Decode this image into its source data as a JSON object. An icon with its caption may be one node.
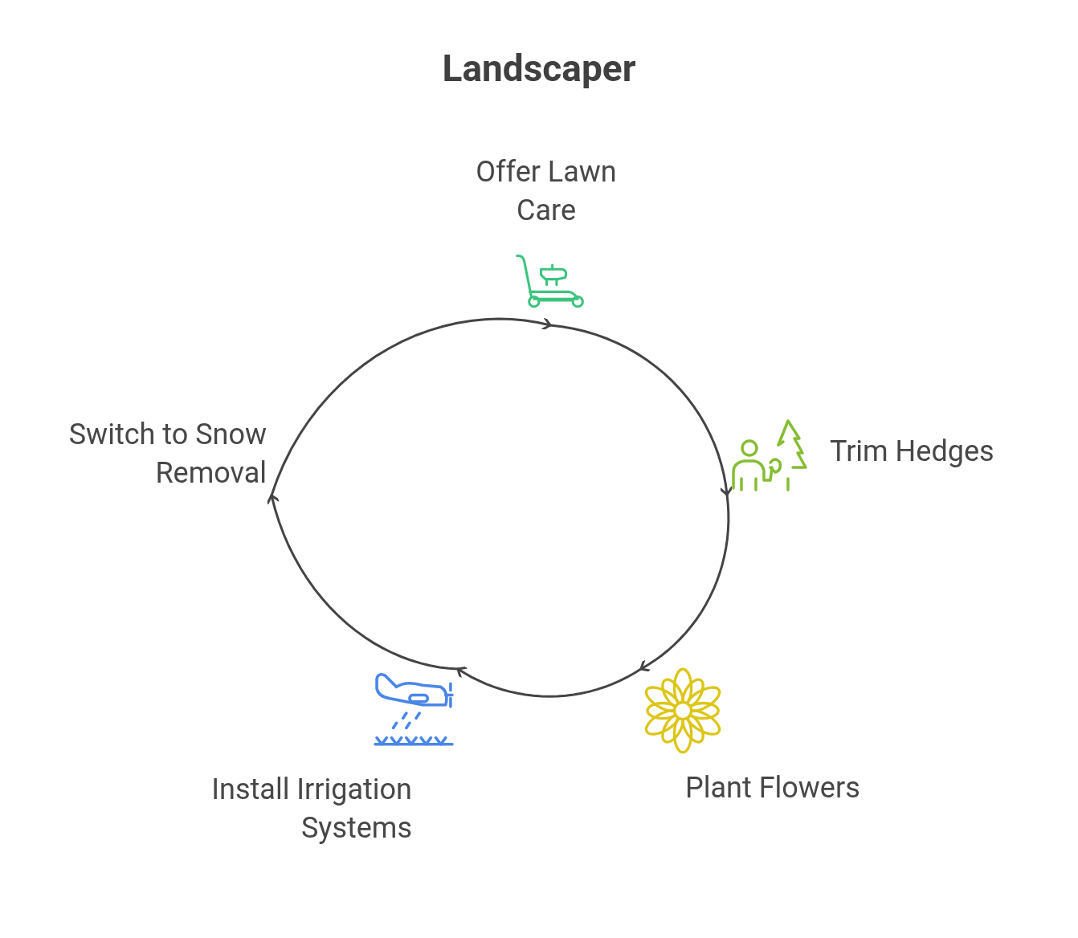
{
  "diagram": {
    "title": "Landscaper",
    "nodes": [
      {
        "text": [
          "Offer Lawn Care"
        ]
      },
      {
        "text": [
          "Trim Hedges"
        ]
      },
      {
        "text": [
          "Plant Flowers"
        ]
      },
      {
        "text": [
          "Install Irrigation Systems"
        ]
      },
      {
        "text": [
          "Switch to Snow Removal"
        ]
      }
    ],
    "edges": [
      {
        "from": 0,
        "to": 1,
        "arrow": "to"
      },
      {
        "from": 1,
        "to": 2,
        "arrow": "to"
      },
      {
        "from": 2,
        "to": 3,
        "arrow": "to"
      },
      {
        "from": 3,
        "to": 4,
        "arrow": "to"
      },
      {
        "from": 4,
        "to": 0,
        "arrow": "to"
      }
    ]
  }
}
